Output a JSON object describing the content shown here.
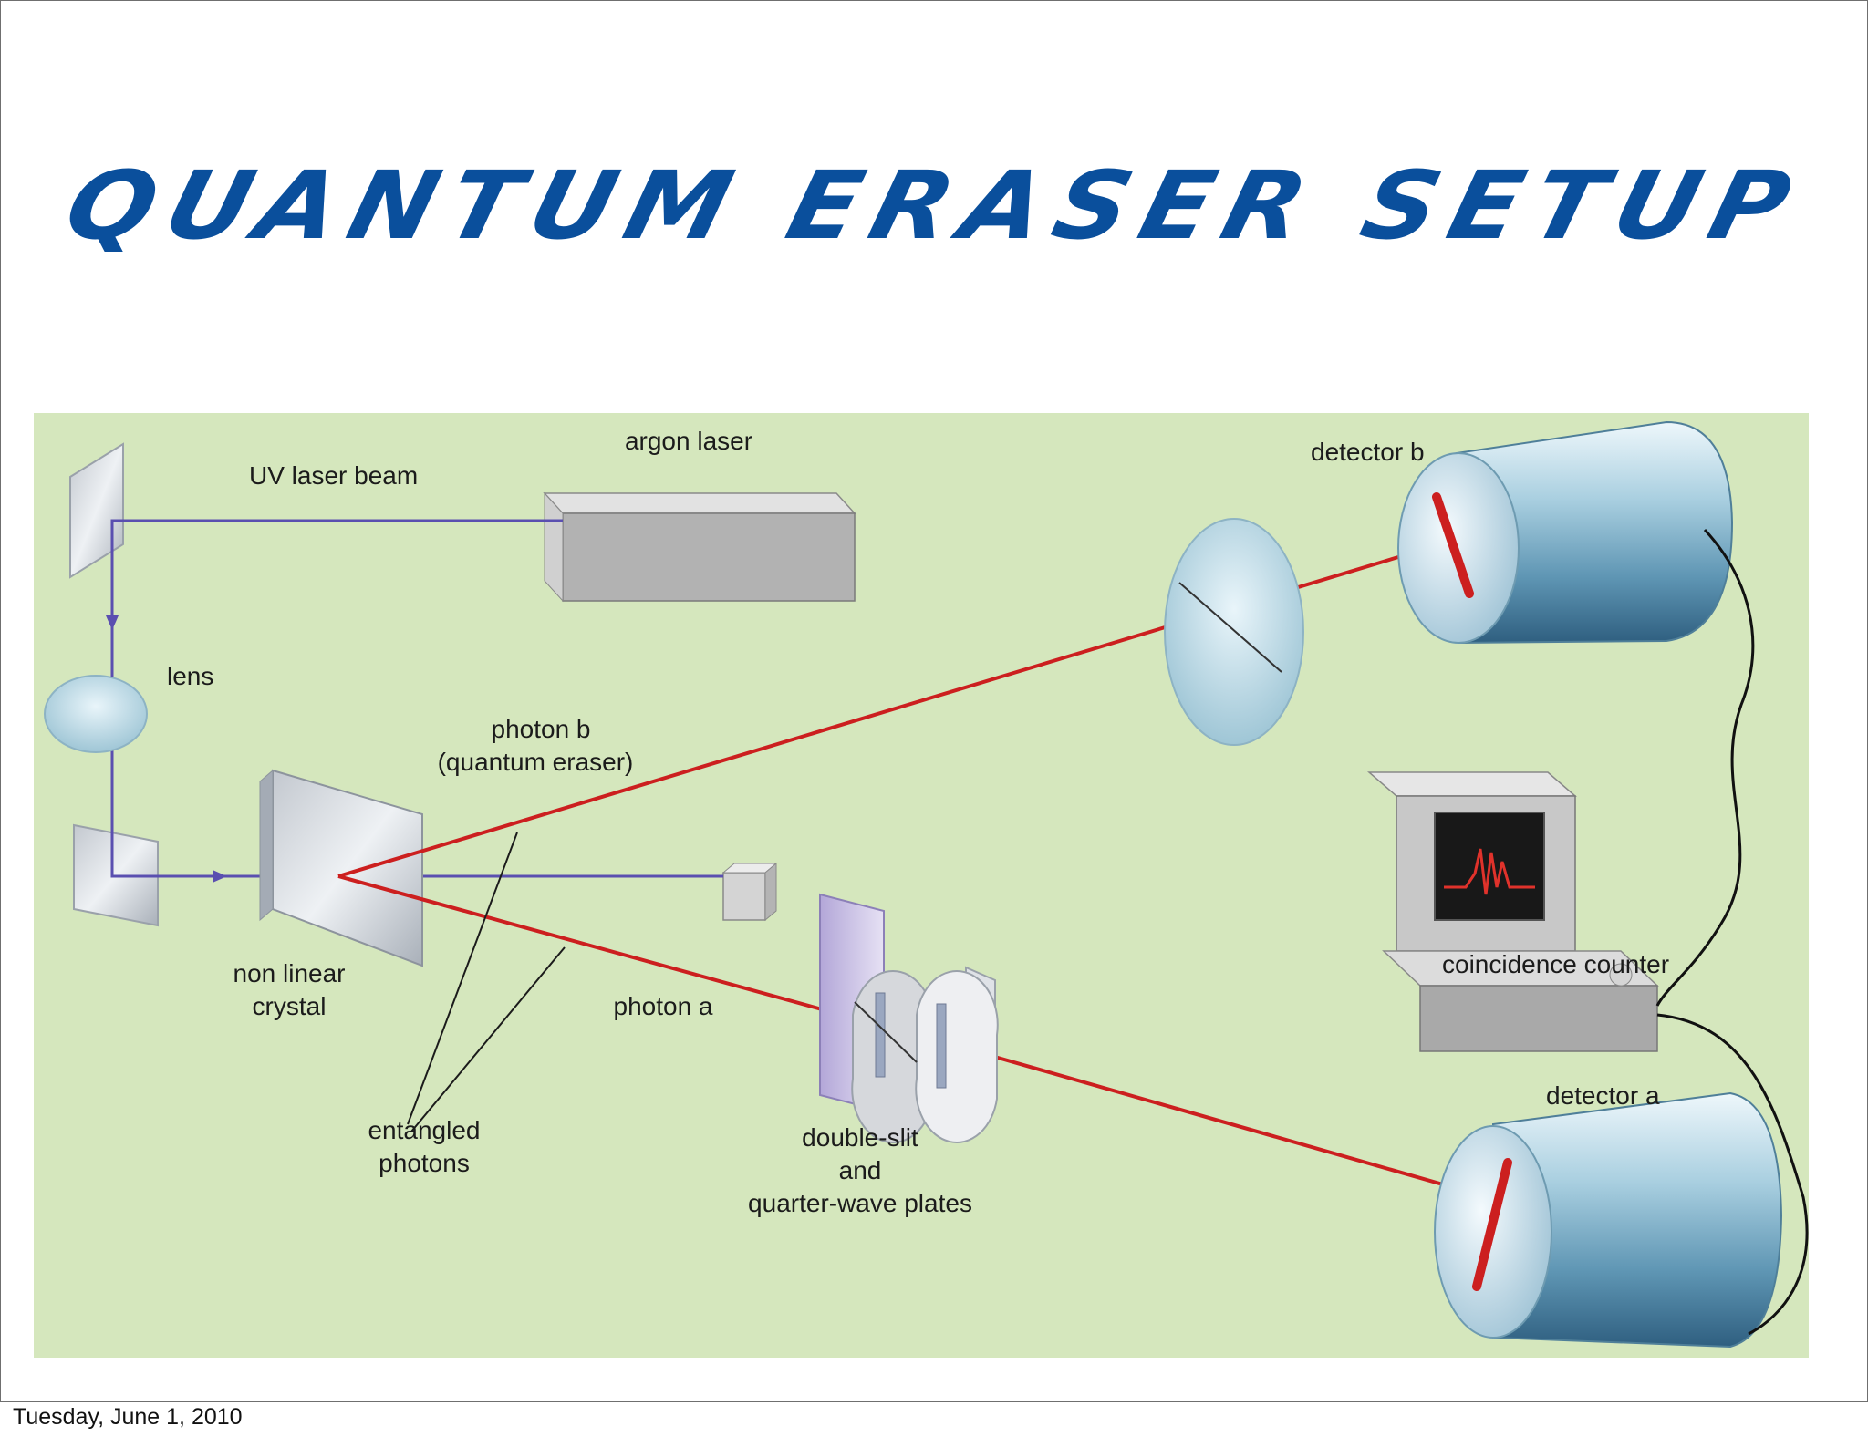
{
  "slide": {
    "title": "Quantum Eraser Setup",
    "footer_date": "Tuesday, June 1, 2010"
  },
  "diagram": {
    "labels": {
      "argon_laser": "argon laser",
      "uv_laser_beam": "UV laser beam",
      "lens": "lens",
      "photon_b_line1": "photon b",
      "photon_b_line2": "(quantum eraser)",
      "non_linear_line1": "non linear",
      "non_linear_line2": "crystal",
      "photon_a": "photon a",
      "entangled_line1": "entangled",
      "entangled_line2": "photons",
      "double_slit_line1": "double-slit",
      "double_slit_line2": "and",
      "double_slit_line3": "quarter-wave plates",
      "detector_b": "detector b",
      "detector_a": "detector a",
      "coincidence_counter": "coincidence counter"
    },
    "colors": {
      "background": "#dcebc4",
      "uv_beam": "#5a4fb0",
      "photon_beam": "#cc1f1f",
      "title": "#0a4f9c"
    }
  }
}
